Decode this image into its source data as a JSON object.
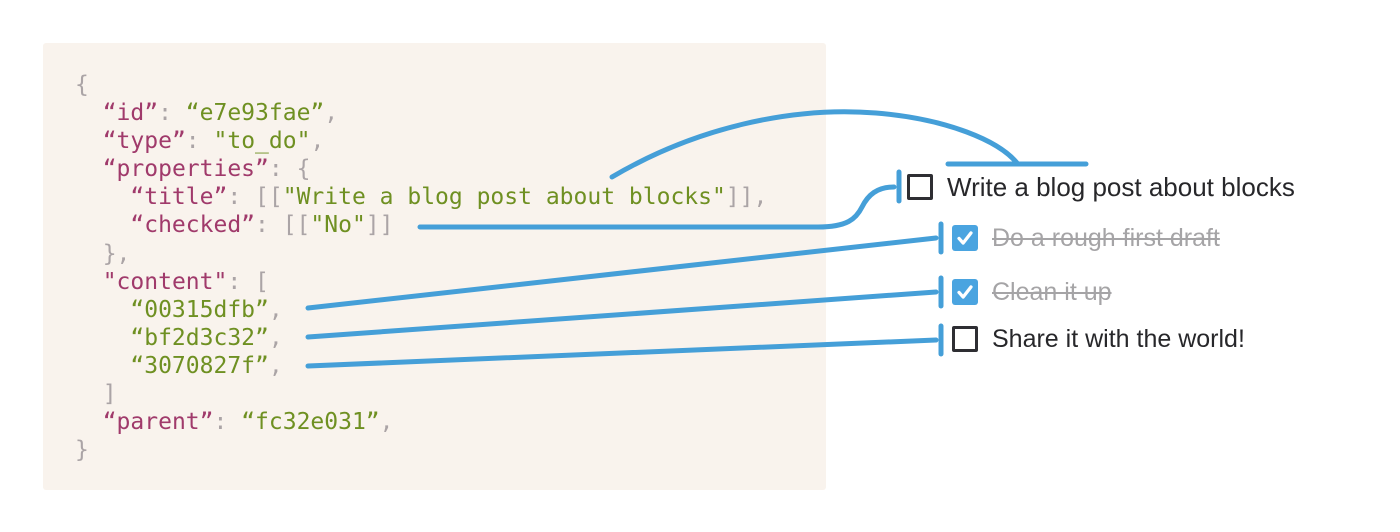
{
  "colors": {
    "page_bg": "#ffffff",
    "panel_bg": "#f9f3ed",
    "accent_blue": "#459fd8",
    "checkbox_blue": "#4aa4e0",
    "checkbox_border": "#2e2e33",
    "code_key": "#a03a6b",
    "code_value": "#6f9022",
    "code_punct": "#aba4a6",
    "todo_text": "#27272a",
    "todo_done_text": "#a5a4a6"
  },
  "code_block": {
    "lines": [
      {
        "segments": [
          {
            "text": "{",
            "type": "punct"
          }
        ]
      },
      {
        "segments": [
          {
            "text": "  ",
            "type": "punct"
          },
          {
            "text": "“id”",
            "type": "key"
          },
          {
            "text": ": ",
            "type": "punct"
          },
          {
            "text": "“e7e93fae”",
            "type": "value"
          },
          {
            "text": ",",
            "type": "punct"
          }
        ]
      },
      {
        "segments": [
          {
            "text": "  ",
            "type": "punct"
          },
          {
            "text": "“type”",
            "type": "key"
          },
          {
            "text": ": ",
            "type": "punct"
          },
          {
            "text": "\"to_do\"",
            "type": "value"
          },
          {
            "text": ",",
            "type": "punct"
          }
        ]
      },
      {
        "segments": [
          {
            "text": "  ",
            "type": "punct"
          },
          {
            "text": "“properties”",
            "type": "key"
          },
          {
            "text": ": {",
            "type": "punct"
          }
        ]
      },
      {
        "segments": [
          {
            "text": "    ",
            "type": "punct"
          },
          {
            "text": "“title”",
            "type": "key"
          },
          {
            "text": ": [[",
            "type": "punct"
          },
          {
            "text": "\"Write a blog post about blocks\"",
            "type": "value"
          },
          {
            "text": "]],",
            "type": "punct"
          }
        ]
      },
      {
        "segments": [
          {
            "text": "    ",
            "type": "punct"
          },
          {
            "text": "“checked”",
            "type": "key"
          },
          {
            "text": ": [[",
            "type": "punct"
          },
          {
            "text": "\"No\"",
            "type": "value"
          },
          {
            "text": "]]",
            "type": "punct"
          }
        ]
      },
      {
        "segments": [
          {
            "text": "  },",
            "type": "punct"
          }
        ]
      },
      {
        "segments": [
          {
            "text": "  ",
            "type": "punct"
          },
          {
            "text": "\"content\"",
            "type": "key"
          },
          {
            "text": ": [",
            "type": "punct"
          }
        ]
      },
      {
        "segments": [
          {
            "text": "    ",
            "type": "punct"
          },
          {
            "text": "“00315dfb”",
            "type": "value"
          },
          {
            "text": ",",
            "type": "punct"
          }
        ]
      },
      {
        "segments": [
          {
            "text": "    ",
            "type": "punct"
          },
          {
            "text": "“bf2d3c32”",
            "type": "value"
          },
          {
            "text": ",",
            "type": "punct"
          }
        ]
      },
      {
        "segments": [
          {
            "text": "    ",
            "type": "punct"
          },
          {
            "text": "“3070827f”",
            "type": "value"
          },
          {
            "text": ",",
            "type": "punct"
          }
        ]
      },
      {
        "segments": [
          {
            "text": "  ]",
            "type": "punct"
          }
        ]
      },
      {
        "segments": [
          {
            "text": "  ",
            "type": "punct"
          },
          {
            "text": "“parent”",
            "type": "key"
          },
          {
            "text": ": ",
            "type": "punct"
          },
          {
            "text": "“fc32e031”",
            "type": "value"
          },
          {
            "text": ",",
            "type": "punct"
          }
        ]
      },
      {
        "segments": [
          {
            "text": "}",
            "type": "punct"
          }
        ]
      }
    ]
  },
  "todo_list": {
    "check_icon": "check-icon",
    "items": [
      {
        "label": "Write a blog post about blocks",
        "checked": false,
        "done": false
      },
      {
        "label": "Do a rough first draft",
        "checked": true,
        "done": true
      },
      {
        "label": "Clean it up",
        "checked": true,
        "done": true
      },
      {
        "label": "Share it with the world!",
        "checked": false,
        "done": false
      }
    ]
  },
  "connectors": [
    {
      "name": "title-arc",
      "from": "“title” value",
      "to": "Write a blog post about blocks text"
    },
    {
      "name": "checked-line",
      "from": "“checked” [[\"No\"]]",
      "to": "unchecked checkbox of first to-do"
    },
    {
      "name": "content-line-1",
      "from": "“00315dfb”",
      "to": "Do a rough first draft"
    },
    {
      "name": "content-line-2",
      "from": "“bf2d3c32”",
      "to": "Clean it up"
    },
    {
      "name": "content-line-3",
      "from": "“3070827f”",
      "to": "Share it with the world!"
    }
  ]
}
